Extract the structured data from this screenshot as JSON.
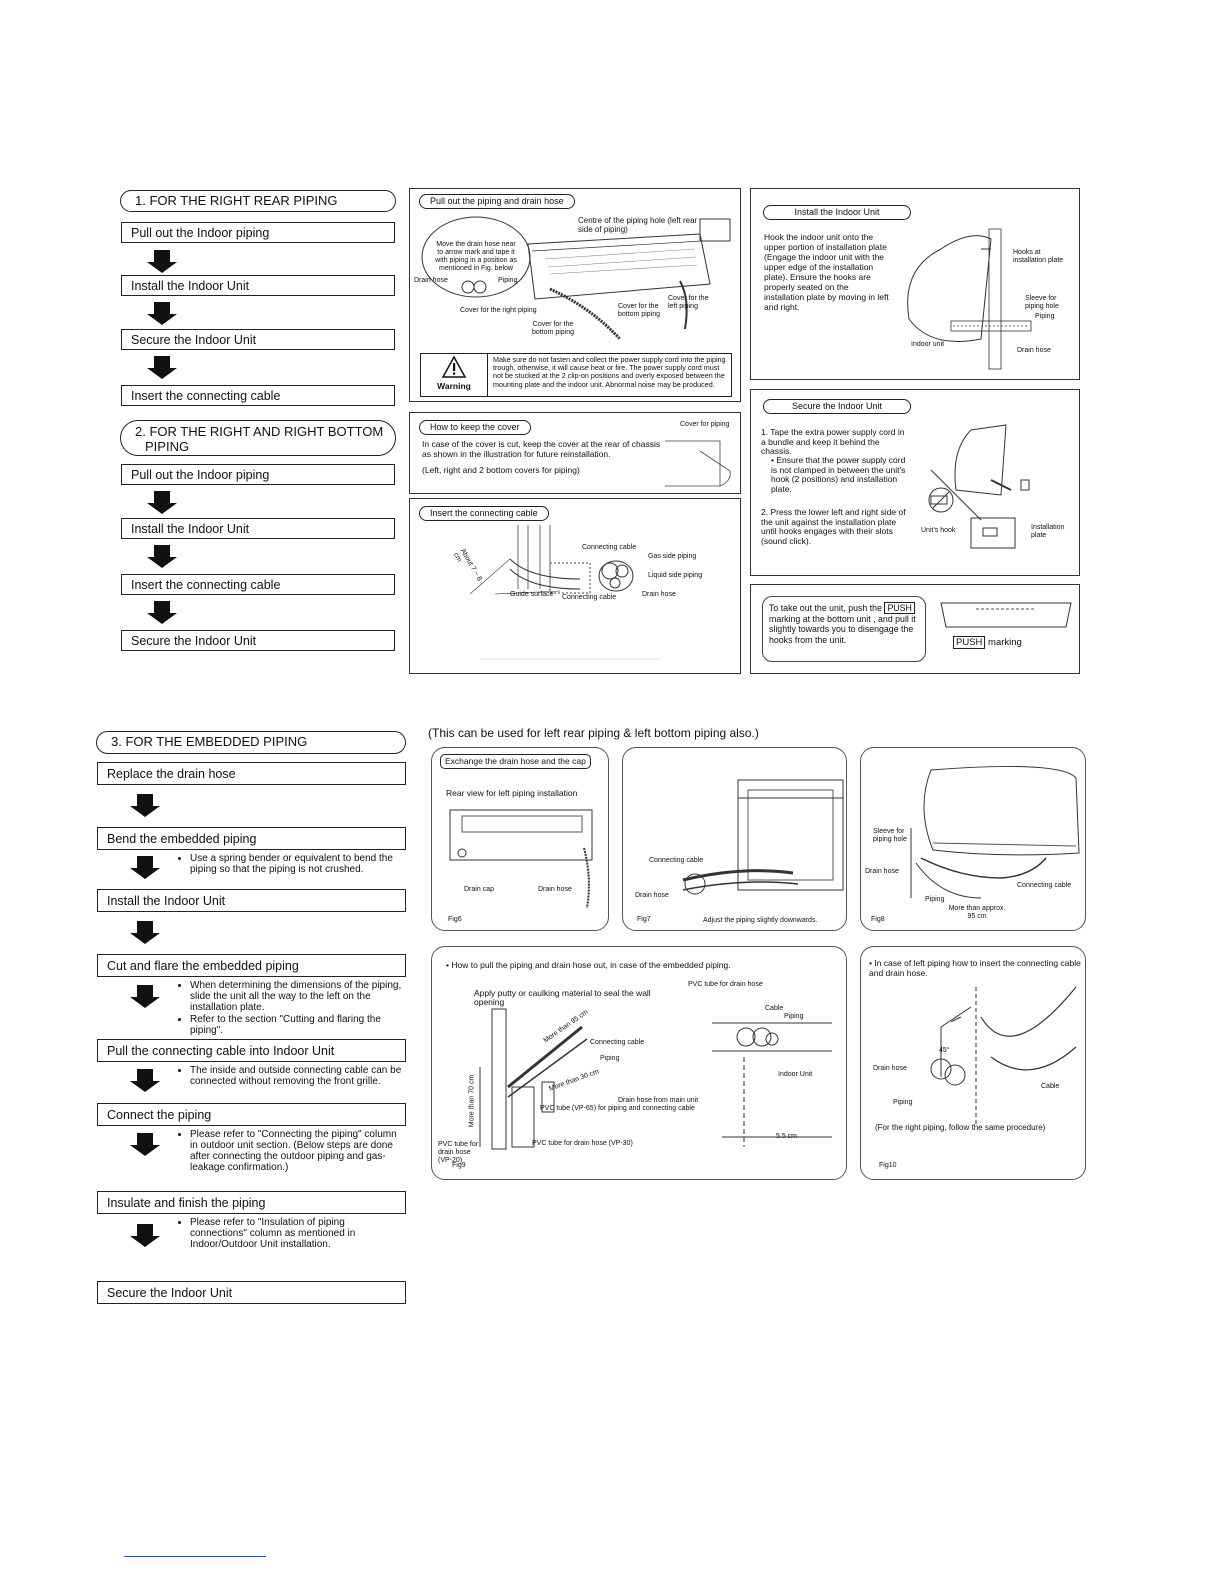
{
  "section1": {
    "title": "1. FOR THE RIGHT REAR PIPING",
    "steps": [
      "Pull out the Indoor piping",
      "Install the Indoor Unit",
      "Secure the Indoor Unit",
      "Insert the connecting cable"
    ]
  },
  "section2": {
    "title_line1": "2. FOR THE RIGHT AND RIGHT BOTTOM",
    "title_line2": "PIPING",
    "steps": [
      "Pull out the Indoor piping",
      "Install the Indoor Unit",
      "Insert the connecting cable",
      "Secure the Indoor Unit"
    ]
  },
  "panel_pull": {
    "title": "Pull out the piping and drain hose",
    "centre_note": "Centre of the piping hole (left rear side of piping)",
    "move_note": "Move the drain hose near to arrow mark and tape it with piping in a position as mentioned in Fig. below",
    "labels": [
      "Drain hose",
      "Piping",
      "Cover for the right piping",
      "Cover for the bottom piping",
      "Cover for the left piping",
      "Cover for the bottom piping"
    ],
    "warning_label": "Warning",
    "warning_text": "Make sure do not fasten and collect the power supply cord into the piping trough, otherwise, it will cause heat or fire. The power supply cord must not be stucked at the 2 clip-on positions and overly exposed between the mounting plate and the indoor unit. Abnormal noise may be produced."
  },
  "panel_cover": {
    "title": "How to keep the cover",
    "text": "In case of the cover is cut, keep the cover at the rear of chassis as shown in the illustration for future reinstallation.",
    "note": "(Left, right and 2 bottom covers for piping)",
    "label": "Cover for piping"
  },
  "panel_insert": {
    "title": "Insert the connecting cable",
    "labels": [
      "Connecting cable",
      "Gas side piping",
      "Liquid side piping",
      "Drain hose",
      "Connecting cable",
      "Guide surface",
      "About 7 ~ 8 cm"
    ]
  },
  "panel_install": {
    "title": "Install the Indoor Unit",
    "text": "Hook the indoor unit onto the upper portion of installation plate (Engage the indoor unit with the upper edge of the installation plate). Ensure the hooks are properly seated on the installation plate by moving in left and right.",
    "labels": [
      "Hooks at installation plate",
      "Sleeve for piping hole",
      "Piping",
      "Indoor unit",
      "Drain hose"
    ]
  },
  "panel_secure": {
    "title": "Secure the Indoor Unit",
    "item1": "1. Tape the extra power supply cord in a bundle and keep it behind the chassis.",
    "item1_sub": "• Ensure that the power supply cord is not clamped in between the unit's hook (2 positions) and installation plate.",
    "item2": "2. Press the lower left and right side of the unit against the installation plate until hooks engages with their slots (sound click).",
    "labels": [
      "Unit's hook",
      "Installation plate"
    ]
  },
  "panel_push": {
    "text_a": "To take out the unit, push the",
    "push": "PUSH",
    "text_b": "marking at the bottom unit , and pull it slightly towards you to disengage the hooks from the unit.",
    "marking": "marking"
  },
  "section3": {
    "title": "3. FOR THE EMBEDDED PIPING",
    "note": "(This can be used for left rear piping & left bottom piping also.)",
    "steps": [
      "Replace the drain hose",
      "Bend the embedded piping",
      "Install the Indoor Unit",
      "Cut and flare the embedded piping",
      "Pull the connecting cable into Indoor Unit",
      "Connect the piping",
      "Insulate and finish the piping",
      "Secure the Indoor Unit"
    ],
    "bend_notes": [
      "Use a spring bender or equivalent to bend the piping so that the piping is not crushed."
    ],
    "cut_notes": [
      "When determining the dimensions of the piping, slide the unit all the way to the left on the installation plate.",
      "Refer to the section \"Cutting and flaring the piping\"."
    ],
    "pull_notes": [
      "The inside and outside connecting cable can be connected without removing the front grille."
    ],
    "connect_notes": [
      "Please refer to \"Connecting the piping\" column in outdoor unit section. (Below steps are done after connecting the outdoor piping and gas-leakage confirmation.)"
    ],
    "insulate_notes": [
      "Please refer to \"Insulation of piping connections\" column as mentioned in Indoor/Outdoor Unit installation."
    ]
  },
  "fig6": {
    "title": "Exchange the drain hose and the cap",
    "sub": "Rear view for left piping installation",
    "labels": [
      "Drain cap",
      "Drain hose"
    ],
    "fig": "Fig6"
  },
  "fig7": {
    "labels": [
      "Connecting cable",
      "Drain hose"
    ],
    "caption": "Adjust the piping slightly downwards.",
    "fig": "Fig7"
  },
  "fig8": {
    "labels": [
      "Sleeve for piping hole",
      "Drain hose",
      "Connecting cable",
      "Piping",
      "More than approx. 95 cm"
    ],
    "fig": "Fig8"
  },
  "fig9": {
    "bullet": "How to pull the piping and drain hose out, in case of the embedded piping.",
    "apply": "Apply putty or caulking material to seal the wall opening",
    "labels": [
      "More than 95 cm",
      "Connecting cable",
      "Piping",
      "More than 30 cm",
      "Drain hose from main unit",
      "PVC tube (VP-65) for piping and connecting cable",
      "More than 70 cm",
      "PVC tube for drain hose (VP-20)",
      "PVC tube for drain hose (VP-30)",
      "PVC tube for drain hose",
      "Cable",
      "Piping",
      "Indoor Unit",
      "5.5 cm"
    ],
    "fig": "Fig9"
  },
  "fig10": {
    "bullet": "In case of left piping how to insert the connecting cable and drain hose.",
    "labels": [
      "45°",
      "Drain hose",
      "Piping",
      "Cable"
    ],
    "note": "(For the right piping, follow the same procedure)",
    "fig": "Fig10"
  }
}
